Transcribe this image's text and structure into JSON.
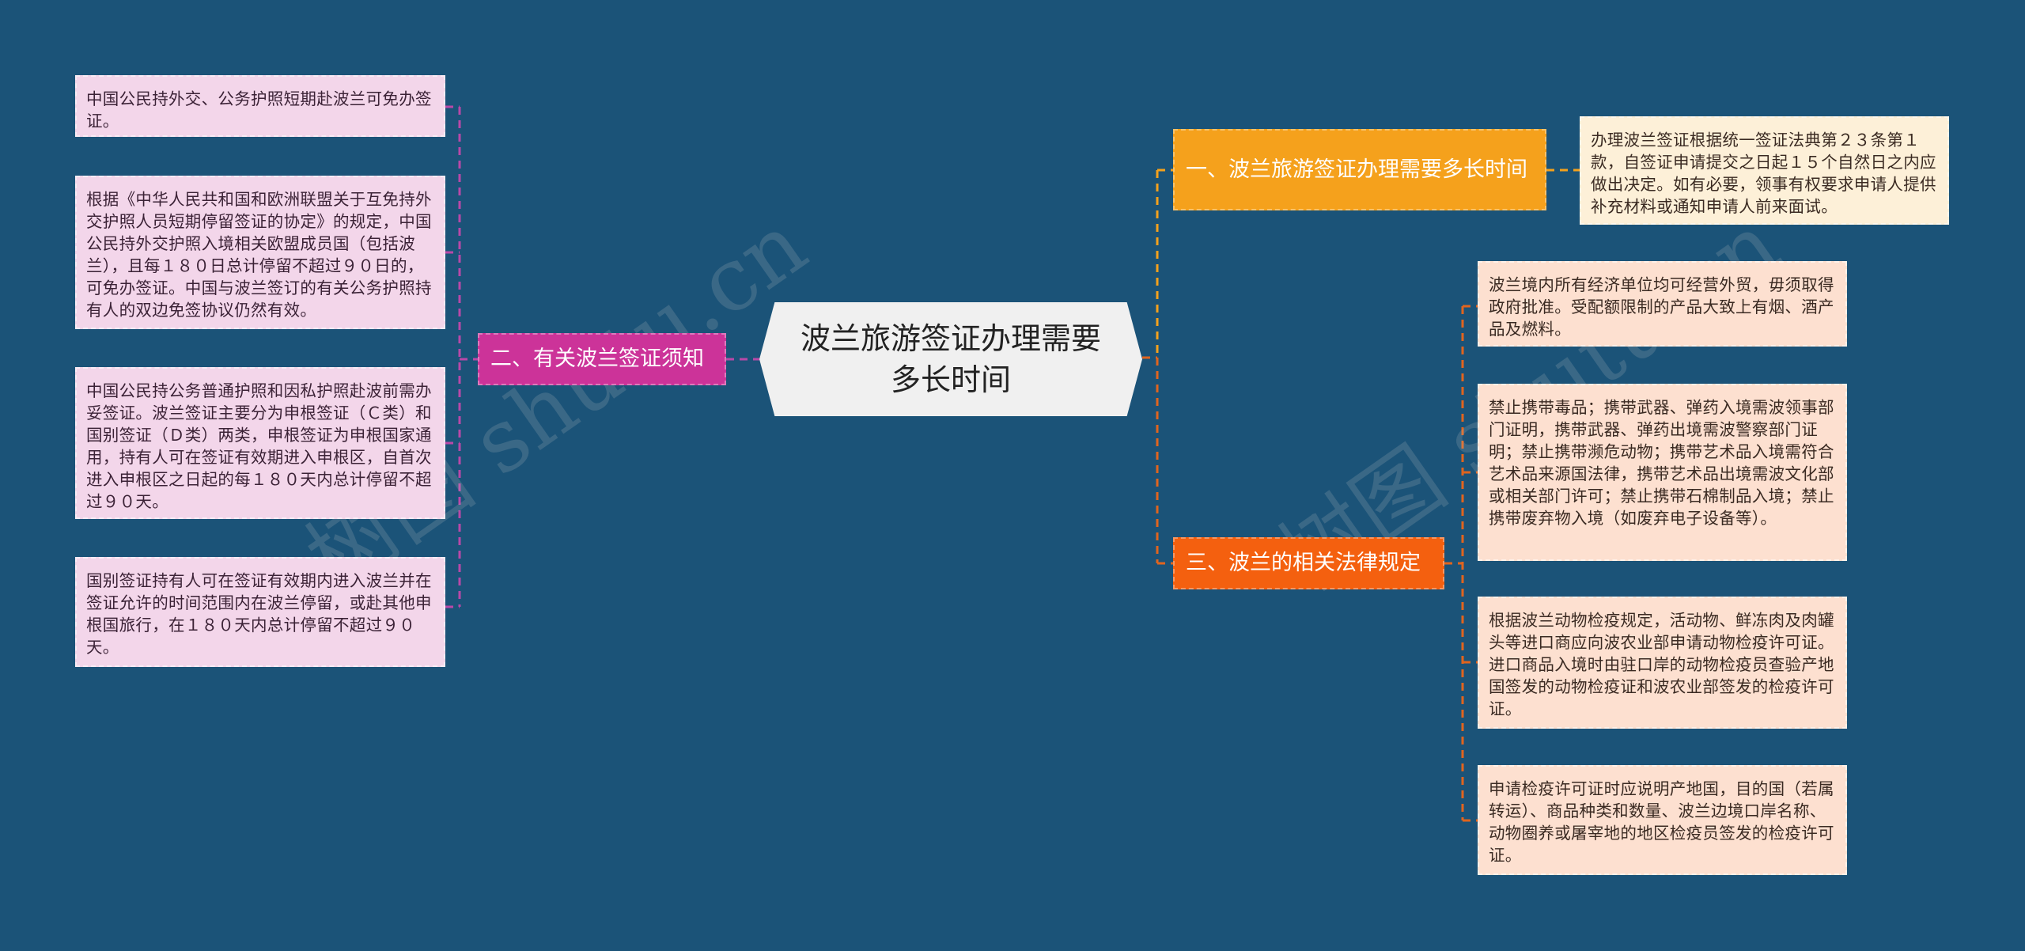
{
  "root": {
    "title": "波兰旅游签证办理需要多长时间"
  },
  "branches": [
    {
      "label": "一、波兰旅游签证办理需要多长时间",
      "color": "#f5a11c",
      "items": [
        "办理波兰签证根据统一签证法典第２３条第１款，自签证申请提交之日起１５个自然日之内应做出决定。如有必要，领事有权要求申请人提供补充材料或通知申请人前来面试。"
      ]
    },
    {
      "label": "二、有关波兰签证须知",
      "color": "#cc3399",
      "items": [
        "中国公民持外交、公务护照短期赴波兰可免办签证。",
        "根据《中华人民共和国和欧洲联盟关于互免持外交护照人员短期停留签证的协定》的规定，中国公民持外交护照入境相关欧盟成员国（包括波兰），且每１８０日总计停留不超过９０日的，可免办签证。中国与波兰签订的有关公务护照持有人的双边免签协议仍然有效。",
        "中国公民持公务普通护照和因私护照赴波前需办妥签证。波兰签证主要分为申根签证（Ｃ类）和国别签证（Ｄ类）两类，申根签证为申根国家通用，持有人可在签证有效期进入申根区，自首次进入申根区之日起的每１８０天内总计停留不超过９０天。",
        "国别签证持有人可在签证有效期内进入波兰并在签证允许的时间范围内在波兰停留，或赴其他申根国旅行，在１８０天内总计停留不超过９０天。"
      ]
    },
    {
      "label": "三、波兰的相关法律规定",
      "color": "#f4600f",
      "items": [
        "波兰境内所有经济单位均可经营外贸，毋须取得政府批准。受配额限制的产品大致上有烟、酒产品及燃料。",
        "禁止携带毒品；携带武器、弹药入境需波领事部门证明，携带武器、弹药出境需波警察部门证明；禁止携带濒危动物；携带艺术品入境需符合艺术品来源国法律，携带艺术品出境需波文化部或相关部门许可；禁止携带石棉制品入境；禁止携带废弃物入境（如废弃电子设备等）。",
        "根据波兰动物检疫规定，活动物、鲜冻肉及肉罐头等进口商应向波农业部申请动物检疫许可证。进口商品入境时由驻口岸的动物检疫员查验产地国签发的动物检疫证和波农业部签发的检疫许可证。",
        "申请检疫许可证时应说明产地国，目的国（若属转运）、商品种类和数量、波兰边境口岸名称、动物圈养或屠宰地的地区检疫员签发的检疫许可证。"
      ]
    }
  ],
  "watermark": "树图 shutu.cn"
}
